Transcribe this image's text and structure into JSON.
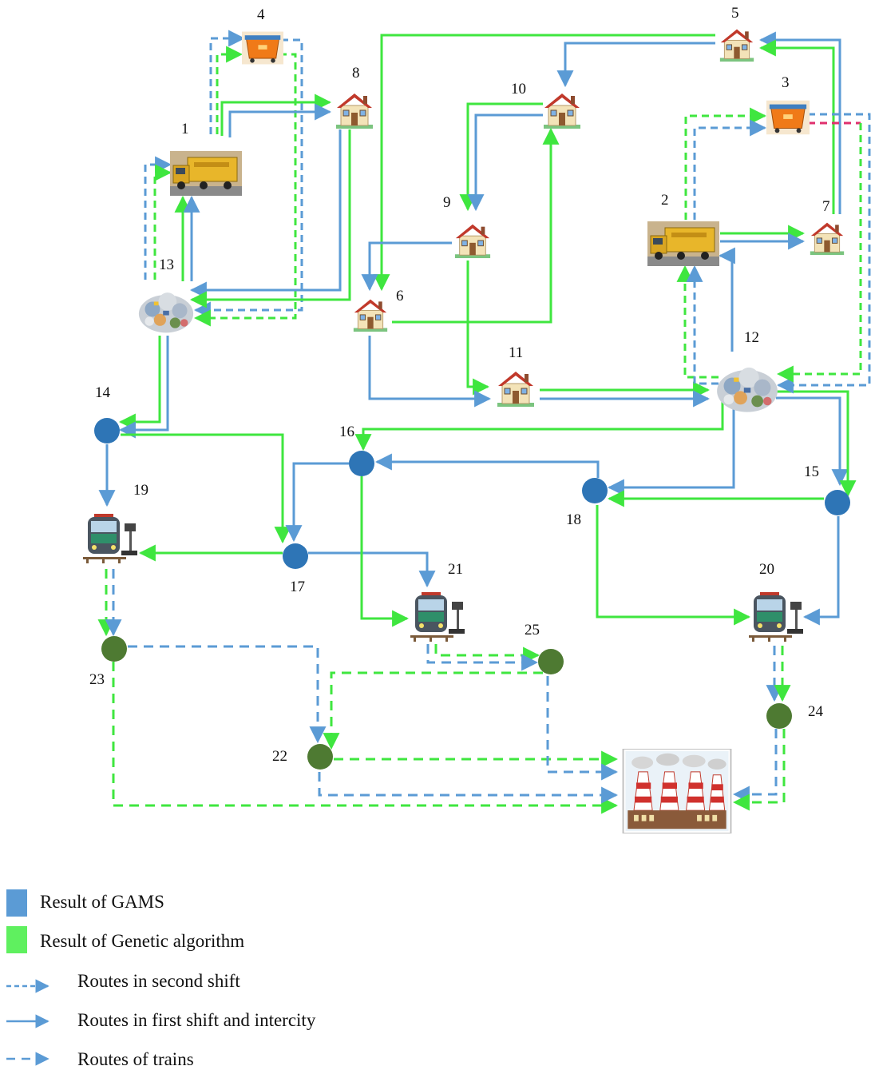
{
  "diagram": {
    "nodes": [
      {
        "id": "1",
        "label": "1",
        "kind": "truck-depot"
      },
      {
        "id": "2",
        "label": "2",
        "kind": "truck-depot"
      },
      {
        "id": "3",
        "label": "3",
        "kind": "dumpster"
      },
      {
        "id": "4",
        "label": "4",
        "kind": "dumpster"
      },
      {
        "id": "5",
        "label": "5",
        "kind": "house"
      },
      {
        "id": "6",
        "label": "6",
        "kind": "house"
      },
      {
        "id": "7",
        "label": "7",
        "kind": "house"
      },
      {
        "id": "8",
        "label": "8",
        "kind": "house"
      },
      {
        "id": "9",
        "label": "9",
        "kind": "house"
      },
      {
        "id": "10",
        "label": "10",
        "kind": "house"
      },
      {
        "id": "11",
        "label": "11",
        "kind": "house"
      },
      {
        "id": "12",
        "label": "12",
        "kind": "waste-pile"
      },
      {
        "id": "13",
        "label": "13",
        "kind": "waste-pile"
      },
      {
        "id": "14",
        "label": "14",
        "kind": "blue-node"
      },
      {
        "id": "15",
        "label": "15",
        "kind": "blue-node"
      },
      {
        "id": "16",
        "label": "16",
        "kind": "blue-node"
      },
      {
        "id": "17",
        "label": "17",
        "kind": "blue-node"
      },
      {
        "id": "18",
        "label": "18",
        "kind": "blue-node"
      },
      {
        "id": "19",
        "label": "19",
        "kind": "train-station"
      },
      {
        "id": "20",
        "label": "20",
        "kind": "train-station"
      },
      {
        "id": "21",
        "label": "21",
        "kind": "train-station"
      },
      {
        "id": "22",
        "label": "22",
        "kind": "green-node"
      },
      {
        "id": "23",
        "label": "23",
        "kind": "green-node"
      },
      {
        "id": "24",
        "label": "24",
        "kind": "green-node"
      },
      {
        "id": "25",
        "label": "25",
        "kind": "green-node"
      },
      {
        "id": "plant",
        "label": "",
        "kind": "factory"
      }
    ]
  },
  "legend": {
    "items": [
      {
        "label": "Result of GAMS",
        "swatch": "blue"
      },
      {
        "label": "Result of Genetic algorithm",
        "swatch": "green"
      },
      {
        "label": "Routes in second shift",
        "swatch": "dashed-arrow"
      },
      {
        "label": "Routes in first shift and intercity",
        "swatch": "solid-arrow"
      },
      {
        "label": "Routes of trains",
        "swatch": "long-dashed-arrow"
      }
    ]
  },
  "colors": {
    "gams": "#5b9bd5",
    "genetic": "#3fe63f",
    "blue_node": "#2e75b6",
    "green_node": "#4e7a32",
    "link_pink": "#e0306e"
  }
}
